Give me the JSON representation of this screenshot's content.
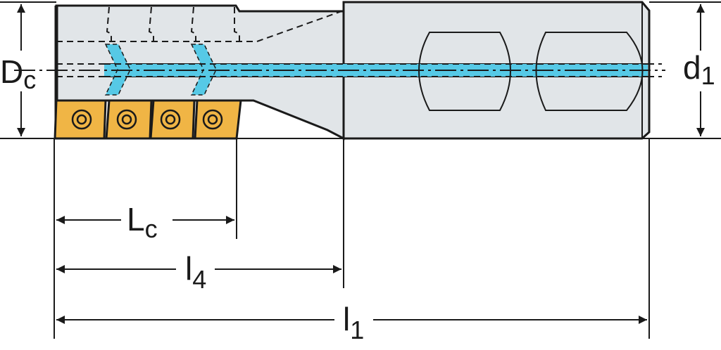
{
  "labels": {
    "Dc": {
      "main": "D",
      "sub": "c"
    },
    "d1": {
      "main": "d",
      "sub": "1"
    },
    "Lc": {
      "main": "L",
      "sub": "c"
    },
    "l4": {
      "main": "l",
      "sub": "4"
    },
    "l1": {
      "main": "l",
      "sub": "1"
    }
  },
  "colors": {
    "body": "#e1e5e8",
    "insert": "#f0b545",
    "coolant": "#56c9e6",
    "line": "#1a1a1a"
  }
}
